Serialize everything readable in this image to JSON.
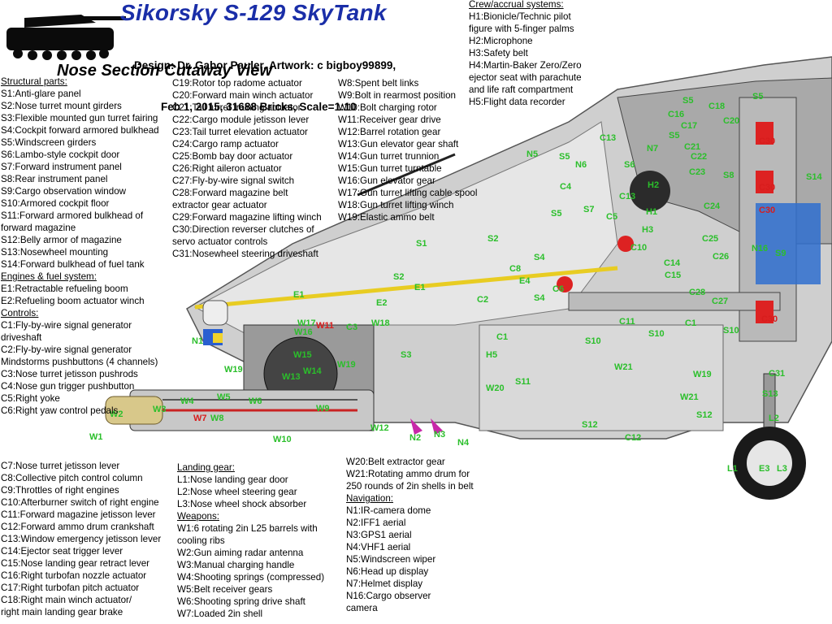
{
  "header": {
    "title": "Sikorsky S-129 SkyTank",
    "credits_line1": "Design: Dr. Gabor Pauler, Artwork: c bigboy99899,",
    "credits_line2": "Feb 1, 2015, 31688 Bricks, Scale=1:10",
    "subtitle": "Nose Section Cutaway View"
  },
  "colors": {
    "title": "#1a2ea8",
    "callout_green": "#2bbf2b",
    "callout_red": "#d81d1d"
  },
  "legend": {
    "structural_head": "Structural parts:",
    "structural": [
      "S1:Anti-glare panel",
      "S2:Nose turret mount girders",
      "S3:Flexible mounted gun turret fairing",
      "S4:Cockpit forward armored bulkhead",
      "S5:Windscreen girders",
      "S6:Lambo-style cockpit door",
      "S7:Forward instrument panel",
      "S8:Rear instrument panel",
      "S9:Cargo observation window",
      "S10:Armored cockpit floor",
      "S11:Forward armored bulkhead of",
      "forward magazine",
      "S12:Belly armor of magazine",
      "S13:Nosewheel mounting",
      "S14:Forward bulkhead of fuel tank"
    ],
    "engines_head": "Engines & fuel system:",
    "engines": [
      "E1:Retractable refueling boom",
      "E2:Refueling boom actuator winch"
    ],
    "controls_head": "Controls:",
    "controls_a": [
      "C1:Fly-by-wire signal generator",
      "driveshaft",
      "C2:Fly-by-wire signal generator",
      "Mindstorms pushbuttons (4 channels)",
      "C3:Nose turret jetisson pushrods",
      "C4:Nose gun trigger pushbutton",
      "C5:Right yoke",
      "C6:Right yaw control pedals"
    ],
    "controls_b": [
      "C7:Nose turret jetisson lever",
      "C8:Collective pitch control column",
      "C9:Throttles of right engines",
      "C10:Afterburner switch of right engine",
      "C11:Forward magazine jetisson lever",
      "C12:Forward ammo drum crankshaft",
      "C13:Window emergency jetisson lever",
      "C14:Ejector seat trigger lever",
      "C15:Nose landing gear retract lever",
      "C16:Right turbofan nozzle actuator",
      "C17:Right turbofan pitch actuator",
      "C18:Right main winch actuator/",
      "right main landing gear brake"
    ],
    "controls_c": [
      "C19:Rotor top radome actuator",
      "C20:Forward main winch actuator",
      "C21:Tail turret training actuator",
      "C22:Cargo module jetisson lever",
      "C23:Tail turret elevation actuator",
      "C24:Cargo ramp actuator",
      "C25:Bomb bay door actuator",
      "C26:Right aileron actuator",
      "C27:Fly-by-wire signal switch",
      "C28:Forward magazine belt",
      "extractor gear actuator",
      "C29:Forward magazine lifting winch",
      "C30:Direction reverser clutches of",
      "servo actuator controls",
      "C31:Nosewheel steering driveshaft"
    ],
    "weapons_a": [
      "W8:Spent belt links",
      "W9:Bolt in rearmost position",
      "W10:Bolt charging rotor",
      "W11:Receiver gear drive",
      "W12:Barrel rotation gear",
      "W13:Gun elevator gear shaft",
      "W14:Gun turret trunnion",
      "W15:Gun turret turntable",
      "W16:Gun elevator gear",
      "W17:Gun turret lifting cable spool",
      "W18:Gun turret lifting winch",
      "W19:Elastic ammo belt"
    ],
    "crew_head": "Crew/accrual systems:",
    "crew": [
      "H1:Bionicle/Technic pilot figure with 5-finger palms",
      "H2:Microphone",
      "H3:Safety belt",
      "H4:Martin-Baker Zero/Zero ejector seat with parachute and life raft compartment",
      "H5:Flight data recorder"
    ],
    "landing_head": "Landing gear:",
    "landing": [
      "L1:Nose landing gear door",
      "L2:Nose wheel steering gear",
      "L3:Nose wheel shock absorber"
    ],
    "weapons_head": "Weapons:",
    "weapons_b": [
      "W1:6 rotating 2in L25 barrels with",
      "cooling ribs",
      "W2:Gun aiming radar antenna",
      "W3:Manual charging handle",
      "W4:Shooting springs (compressed)",
      "W5:Belt receiver gears",
      "W6:Shooting spring drive shaft",
      "W7:Loaded 2in shell"
    ],
    "weapons_c": [
      "W20:Belt extractor gear",
      "W21:Rotating ammo drum for",
      "250 rounds of 2in shells in belt"
    ],
    "navigation_head": "Navigation:",
    "navigation": [
      "N1:IR-camera dome",
      "N2:IFF1 aerial",
      "N3:GPS1 aerial",
      "N4:VHF1 aerial",
      "N5:Windscreen wiper",
      "N6:Head up display",
      "N7:Helmet display",
      "N16:Cargo observer",
      "camera"
    ]
  },
  "callouts_green": [
    "S1",
    "S2",
    "S2",
    "S3",
    "S4",
    "S4",
    "S5",
    "S5",
    "S5",
    "S5",
    "S5",
    "S6",
    "S7",
    "S8",
    "S9",
    "S10",
    "S10",
    "S10",
    "S11",
    "S12",
    "S12",
    "S13",
    "S14",
    "E1",
    "E1",
    "E2",
    "E3",
    "E4",
    "C1",
    "C1",
    "C2",
    "C3",
    "C4",
    "C5",
    "C6",
    "C8",
    "C10",
    "C11",
    "C12",
    "C13",
    "C13",
    "C14",
    "C15",
    "C16",
    "C17",
    "C18",
    "C20",
    "C21",
    "C22",
    "C23",
    "C24",
    "C25",
    "C26",
    "C27",
    "C28",
    "C31",
    "W1",
    "W2",
    "W3",
    "W4",
    "W5",
    "W6",
    "W8",
    "W9",
    "W10",
    "W12",
    "W13",
    "W14",
    "W15",
    "W16",
    "W17",
    "W18",
    "W19",
    "W19",
    "W19",
    "W20",
    "W21",
    "W21",
    "N1",
    "N2",
    "N3",
    "N4",
    "N5",
    "N6",
    "N7",
    "N16",
    "H1",
    "H2",
    "H3",
    "H5",
    "L1",
    "L2",
    "L3"
  ],
  "callouts_red": [
    "C30",
    "C30",
    "C30",
    "C30",
    "W7",
    "W11"
  ]
}
